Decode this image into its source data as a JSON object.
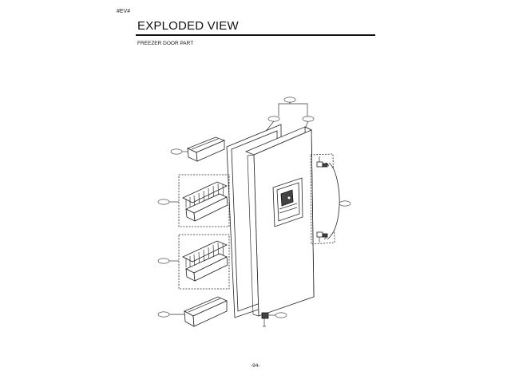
{
  "page": {
    "tag": "#EV#",
    "title": "EXPLODED VIEW",
    "subtitle": "FREEZER DOOR PART",
    "page_number": "-94-"
  }
}
